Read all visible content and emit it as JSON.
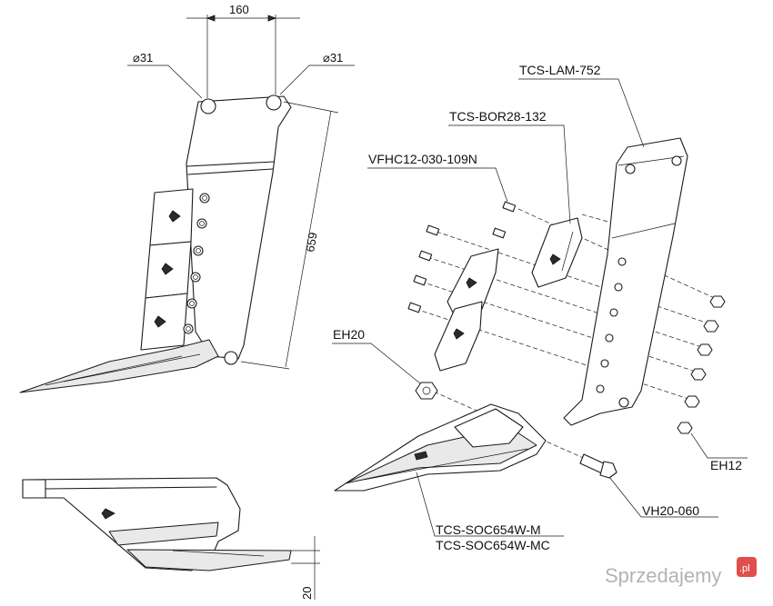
{
  "dimensions": {
    "width": "160",
    "hole_left": "⌀31",
    "hole_right": "⌀31",
    "height": "659",
    "thickness": "20"
  },
  "parts": {
    "lam": "TCS-LAM-752",
    "bor": "TCS-BOR28-132",
    "vfhc": "VFHC12-030-109N",
    "eh20": "EH20",
    "eh12": "EH12",
    "vh20": "VH20-060",
    "soc_m": "TCS-SOC654W-M",
    "soc_mc": "TCS-SOC654W-MC"
  },
  "watermark": {
    "text": "Sprzedajemy",
    "suffix": ".pl",
    "badge_color": "#d9302c"
  }
}
